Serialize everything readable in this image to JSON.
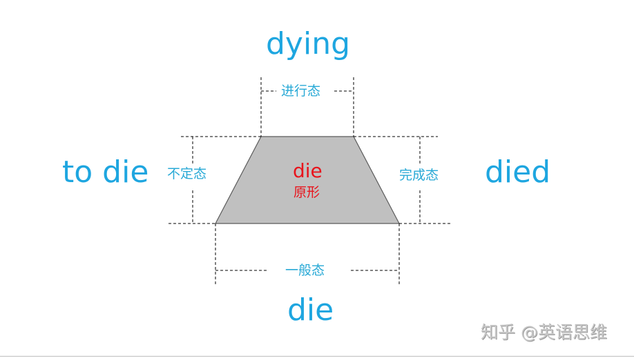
{
  "diagram": {
    "title": "die verb forms trapezoid",
    "center": {
      "word": "die",
      "label": "原形",
      "color": "#e8141c"
    },
    "top": {
      "word": "dying",
      "tense": "进行态"
    },
    "left": {
      "word": "to die",
      "tense": "不定态"
    },
    "right": {
      "word": "died",
      "tense": "完成态"
    },
    "bottom": {
      "word": "die",
      "tense": "一般态"
    },
    "shape": {
      "type": "trapezoid",
      "fill": "#c0c0c0",
      "stroke": "#5a5a5a"
    },
    "accent_color": "#1ea6e0"
  },
  "watermark": {
    "text": "知乎 @英语思维"
  }
}
